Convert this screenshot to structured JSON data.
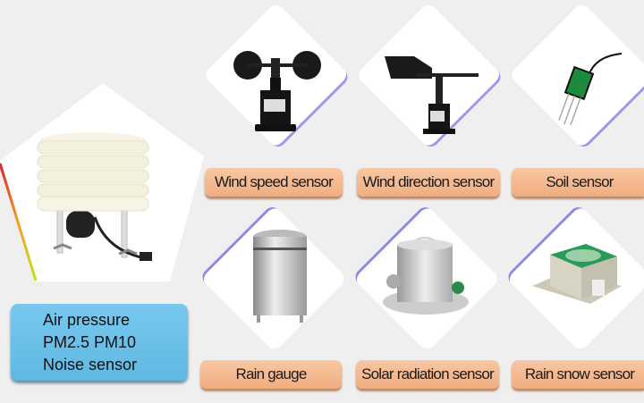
{
  "main_product": {
    "lines": [
      "Air pressure",
      "PM2.5 PM10",
      "Noise sensor"
    ],
    "icon": "louvered-shield-sensor-icon"
  },
  "products": [
    {
      "label": "Wind speed sensor",
      "icon": "anemometer-icon"
    },
    {
      "label": "Wind direction sensor",
      "icon": "wind-vane-icon"
    },
    {
      "label": "Soil sensor",
      "icon": "soil-probe-icon"
    },
    {
      "label": "Rain gauge",
      "icon": "rain-gauge-icon"
    },
    {
      "label": "Solar radiation sensor",
      "icon": "pyranometer-icon"
    },
    {
      "label": "Rain snow sensor",
      "icon": "rain-snow-box-icon"
    }
  ],
  "colors": {
    "background": "#efefef",
    "label_fill": "#f3b88f",
    "blue_box": "#6cc3ea",
    "diamond_accent": "#9a98e8"
  }
}
